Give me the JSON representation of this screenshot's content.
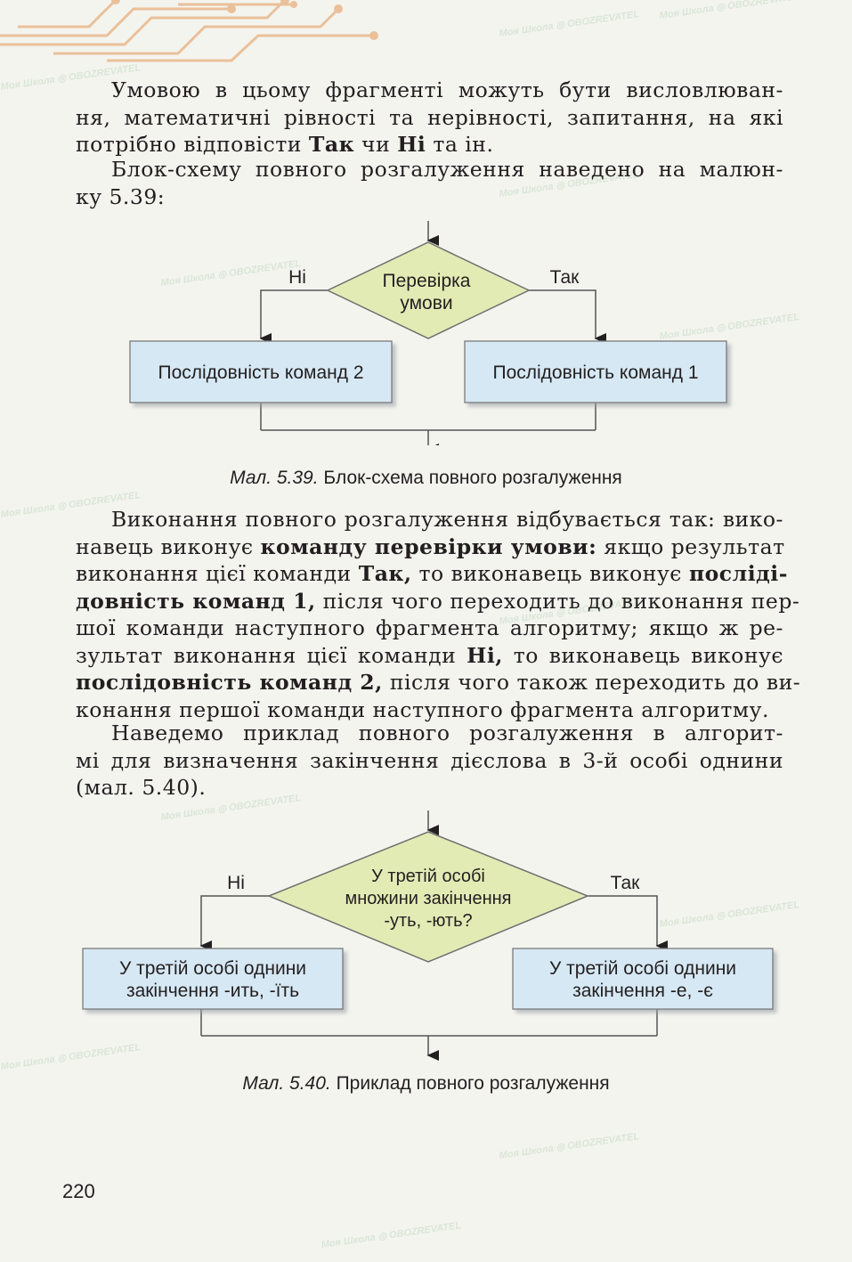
{
  "paragraphs": {
    "p1": [
      "Умовою в цьому фрагменті можуть бути висловлюван-",
      "ня, математичні рівності та нерівності, запитання, на які"
    ],
    "p1_last": {
      "a": "потрібно відповісти ",
      "b1": "Так",
      "c": " чи ",
      "b2": "Ні",
      "d": " та ін."
    },
    "p2": [
      "Блок-схему повного розгалуження наведено на малюн-",
      "ку 5.39:"
    ],
    "p3": {
      "l1": "Виконання повного розгалуження відбувається так: вико-",
      "l2a": "навець виконує ",
      "l2b": "команду перевірки умови:",
      "l2c": " якщо результат",
      "l3a": "виконання цієї команди ",
      "l3b": "Так,",
      "l3c": " то виконавець виконує ",
      "l3d": "посліді-",
      "l4a": "довність команд 1,",
      "l4b": " після чого переходить до виконання пер-",
      "l5": "шої команди наступного фрагмента алгоритму; якщо ж ре-",
      "l6a": "зультат виконання цієї команди ",
      "l6b": "Ні,",
      "l6c": " то виконавець виконує",
      "l7a": "послідовність команд 2,",
      "l7b": " після чого також переходить до ви-",
      "l8": "конання першої команди наступного фрагмента алгоритму."
    },
    "p4": [
      "Наведемо приклад повного розгалуження в алгорит-",
      "мі для визначення закінчення дієслова в 3-й особі однини",
      "(мал. 5.40)."
    ]
  },
  "figure1": {
    "condition": [
      "Перевірка",
      "умови"
    ],
    "no_label": "Ні",
    "yes_label": "Так",
    "left_block": "Послідовність команд 2",
    "right_block": "Послідовність команд 1",
    "caption_prefix": "Мал. 5.39.",
    "caption_text": " Блок-схема повного розгалуження"
  },
  "figure2": {
    "condition": [
      "У третій особі",
      "множини закінчення",
      "-уть, -ють?"
    ],
    "no_label": "Ні",
    "yes_label": "Так",
    "left_block": [
      "У третій особі однини",
      "закінчення -ить, -їть"
    ],
    "right_block": [
      "У третій особі однини",
      "закінчення -е, -є"
    ],
    "caption_prefix": "Мал. 5.40.",
    "caption_text": " Приклад повного розгалуження"
  },
  "page_number": "220",
  "colors": {
    "diamond": "#e3ebb5",
    "block": "#d6e8f4",
    "border": "#6f6f6f",
    "deco": "#e9b88c"
  }
}
